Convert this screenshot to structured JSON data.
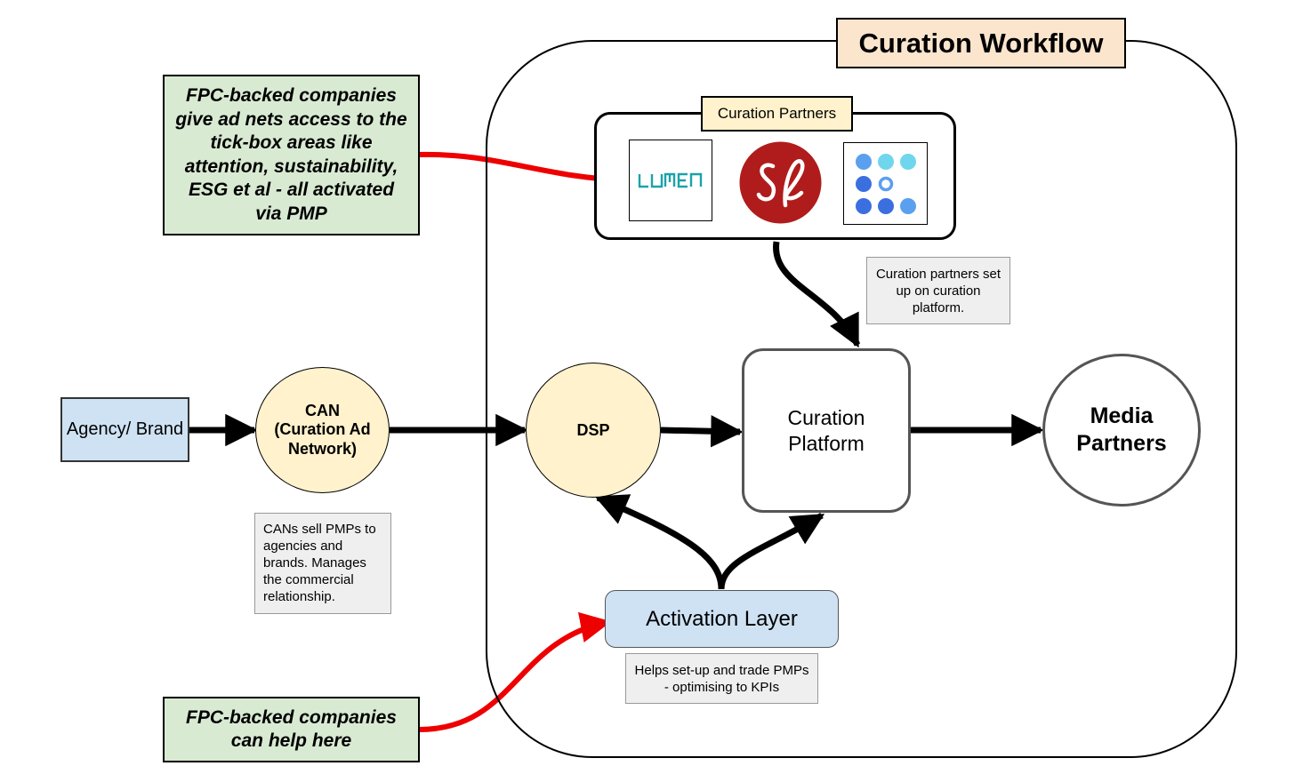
{
  "title": "Curation Workflow",
  "curation_partners": {
    "label": "Curation Partners",
    "logos": [
      {
        "name": "lumen-logo",
        "text": "LUMEN",
        "color": "#1aa3a8"
      },
      {
        "name": "sl-logo",
        "text": "sl",
        "color": "#b01c1c"
      },
      {
        "name": "dots-logo",
        "colors": [
          "#3b6fe0",
          "#5aa0ee",
          "#6fd6ee"
        ]
      }
    ]
  },
  "notes": {
    "fpc_top": "FPC-backed companies give ad nets access to the tick-box areas like attention, sustainability, ESG et al - all activated via PMP",
    "fpc_bottom": "FPC-backed companies can help here",
    "curation_partners_setup": "Curation partners set up on curation platform.",
    "cans_sell": "CANs sell PMPs to agencies and brands. Manages the commercial relationship.",
    "activation_helps": "Helps set-up and trade PMPs - optimising to KPIs"
  },
  "nodes": {
    "agency": "Agency/ Brand",
    "can": "CAN (Curation Ad Network)",
    "dsp": "DSP",
    "curation_platform": "Curation Platform",
    "media_partners": "Media Partners",
    "activation_layer": "Activation Layer"
  },
  "colors": {
    "connector": "#000000",
    "highlight_arrow": "#ee0000",
    "green_note": "#d9ead3",
    "blue_box": "#cfe2f3",
    "yellow_node": "#fff2cc",
    "title_fill": "#fce5cd"
  }
}
